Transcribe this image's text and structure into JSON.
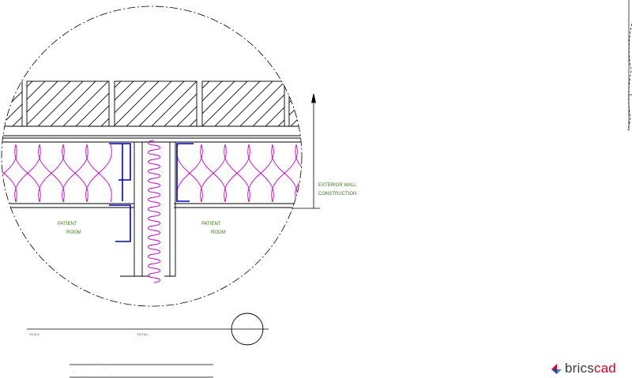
{
  "labels": {
    "exterior_line1": "EXTERIOR WALL",
    "exterior_line2": "CONSTRUCTION",
    "left_room_line1": "PATIENT",
    "left_room_line2": "ROOM",
    "right_room_line1": "PATIENT",
    "right_room_line2": "ROOM",
    "scale_label": "SCALE",
    "detail_label": "DETAIL"
  },
  "notes": {
    "line1": "...",
    "line2": "...",
    "line3": "...",
    "line4": "..."
  },
  "logo": {
    "word1": "brics",
    "word2": "cad"
  },
  "colors": {
    "line": "#000000",
    "insulation": "#cc00cc",
    "stud": "#0000cc",
    "text": "#3a7d1a",
    "brand_red": "#e2001a",
    "brand_blue": "#1d3f8f",
    "brand_dark": "#3a3a3a"
  }
}
